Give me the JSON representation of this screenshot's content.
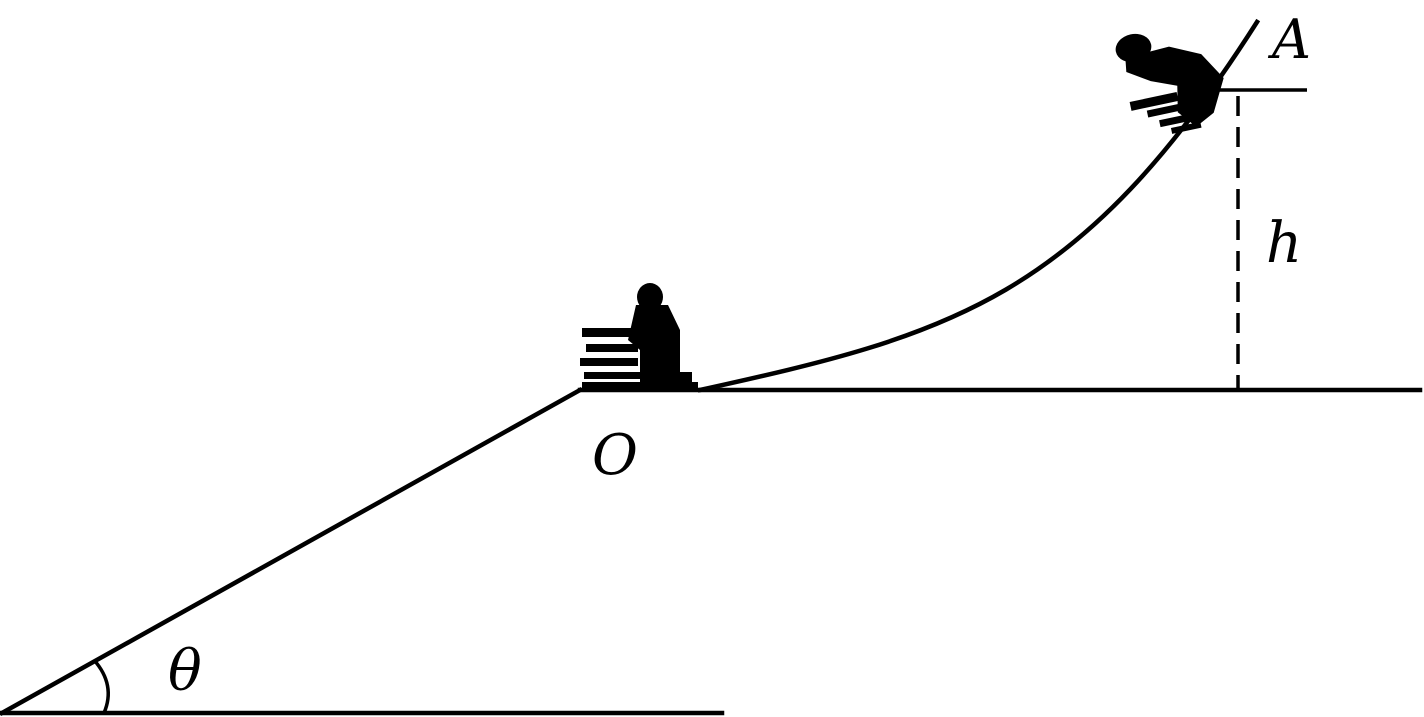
{
  "labels": {
    "point_top": "A",
    "point_origin": "O",
    "height": "h",
    "angle": "θ"
  },
  "colors": {
    "ink": "#000000",
    "background": "#ffffff"
  }
}
